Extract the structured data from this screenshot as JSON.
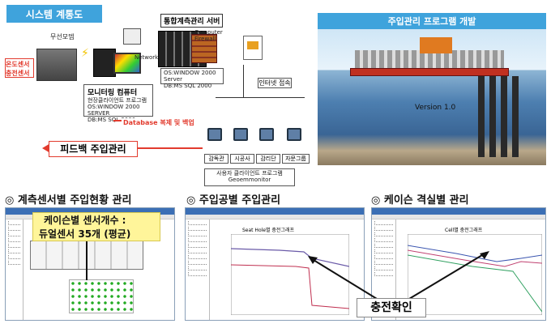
{
  "top_left": {
    "tab_title": "시스템 계통도",
    "wireless_label": "무선모뎀",
    "sensor_label_1": "온도센서",
    "sensor_label_2": "충전센서",
    "network_label": "Network",
    "server_title": "통합계측관리 서버",
    "server_os": "OS:WINDOW 2000 Server",
    "server_db": "DB:MS SQL 2000",
    "firewall_label": "Computer Firewall",
    "monitor_title": "모니터링 컴퓨터",
    "monitor_sub": "현장클라이언트 프로그램",
    "monitor_os": "OS:WINDOW 2000 SERVER",
    "monitor_db": "DB:MS SQL 2000",
    "db_copy_label": "Database 복제 및 백업",
    "internet_label": "인터넷 접속",
    "clients": [
      "감독관",
      "시공사",
      "감리단",
      "자문그룹"
    ],
    "client_program_1": "사용자 클라이언트 프로그램",
    "client_program_2": "Geoemmonitor",
    "feedback_label": "피드백 주입관리"
  },
  "top_right": {
    "tab_title": "주입관리 프로그램 개발",
    "version_label": "Version 1.0"
  },
  "sections": {
    "s1_title": "◎ 계측센서별 주입현황 관리",
    "s2_title": "◎ 주입공별 주입관리",
    "s3_title": "◎ 케이슨 격실별 관리",
    "s1_callout_1": "케이슨별 센서개수 :",
    "s1_callout_2": "듀얼센서 35개 (평균)",
    "check_label": "충전확인"
  },
  "charts": {
    "chart2_title": "Seat Hole별 충전그래프",
    "chart3_title": "Cell별 충전그래프"
  },
  "colors": {
    "tab_blue": "#3fa3dc",
    "arrow_red": "#e23b2e",
    "callout_yellow": "#fff59a"
  }
}
